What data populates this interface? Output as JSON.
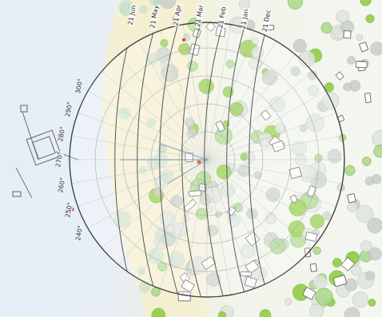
{
  "diagram": {
    "labels": [
      "21 Jun",
      "21 May",
      "21 Apr",
      "21 Mar",
      "21 Feb",
      "21 Jan",
      "21 Dec",
      "300°",
      "290°",
      "280°",
      "270°",
      "260°",
      "250°",
      "240°"
    ]
  }
}
